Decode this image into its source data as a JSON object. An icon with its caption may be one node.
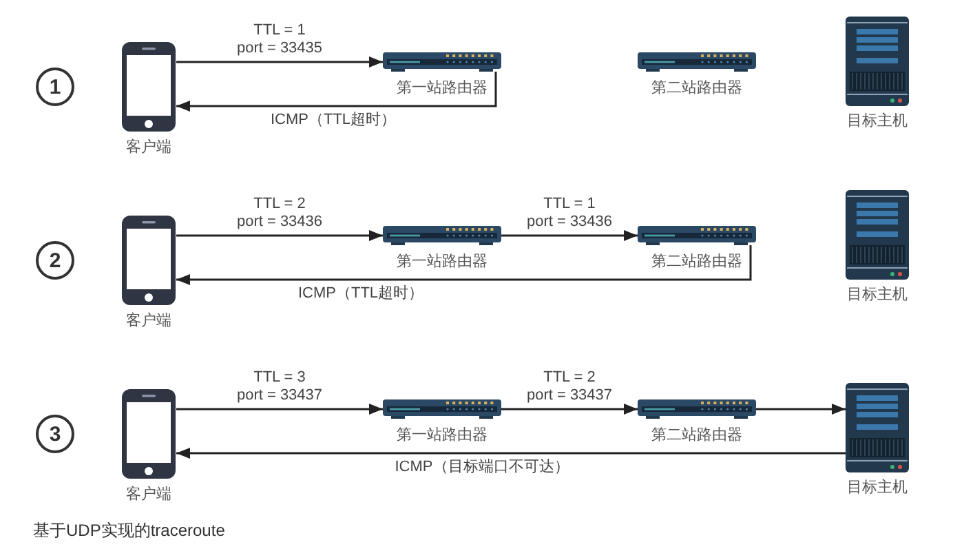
{
  "diagram": {
    "caption": "基于UDP实现的traceroute",
    "nodes": [
      {
        "text": [
          "1"
        ]
      },
      {
        "text": [
          "客户端"
        ]
      },
      {
        "text": [
          "第一站路由器"
        ]
      },
      {
        "text": [
          "第二站路由器"
        ]
      },
      {
        "text": [
          "目标主机"
        ]
      },
      {
        "text": [
          "2"
        ]
      },
      {
        "text": [
          "客户端"
        ]
      },
      {
        "text": [
          "第一站路由器"
        ]
      },
      {
        "text": [
          "第二站路由器"
        ]
      },
      {
        "text": [
          "目标主机"
        ]
      },
      {
        "text": [
          "3"
        ]
      },
      {
        "text": [
          "客户端"
        ]
      },
      {
        "text": [
          "第一站路由器"
        ]
      },
      {
        "text": [
          "第二站路由器"
        ]
      },
      {
        "text": [
          "目标主机"
        ]
      }
    ],
    "edges": [
      {
        "from": 1,
        "to": 2,
        "arrow": "to",
        "label": "TTL = 1 port = 33435"
      },
      {
        "from": 2,
        "to": 1,
        "arrow": "to",
        "label": "ICMP（TTL超时）"
      },
      {
        "from": 6,
        "to": 7,
        "arrow": "to",
        "label": "TTL = 2 port = 33436"
      },
      {
        "from": 7,
        "to": 8,
        "arrow": "to",
        "label": "TTL = 1 port = 33436"
      },
      {
        "from": 8,
        "to": 6,
        "arrow": "to",
        "label": "ICMP（TTL超时）"
      },
      {
        "from": 11,
        "to": 12,
        "arrow": "to",
        "label": "TTL = 3 port = 33437"
      },
      {
        "from": 12,
        "to": 13,
        "arrow": "to",
        "label": "TTL = 2 port = 33437"
      },
      {
        "from": 13,
        "to": 14,
        "arrow": "to"
      },
      {
        "from": 14,
        "to": 11,
        "arrow": "to",
        "label": "ICMP（目标端口不可达）"
      }
    ]
  }
}
